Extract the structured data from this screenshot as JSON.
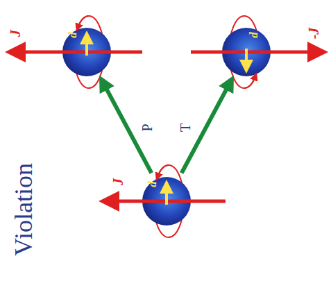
{
  "diagram": {
    "title": "Violation",
    "nodes": [
      {
        "text": [
          "d"
        ]
      },
      {
        "text": [
          "d"
        ]
      },
      {
        "text": [
          "d"
        ]
      }
    ],
    "edges": [
      {
        "from": 2,
        "to": 0,
        "arrow": "to",
        "label": "P"
      },
      {
        "from": 2,
        "to": 1,
        "arrow": "to",
        "label": "T"
      }
    ],
    "labels": [
      "J",
      "-J",
      "J"
    ]
  }
}
